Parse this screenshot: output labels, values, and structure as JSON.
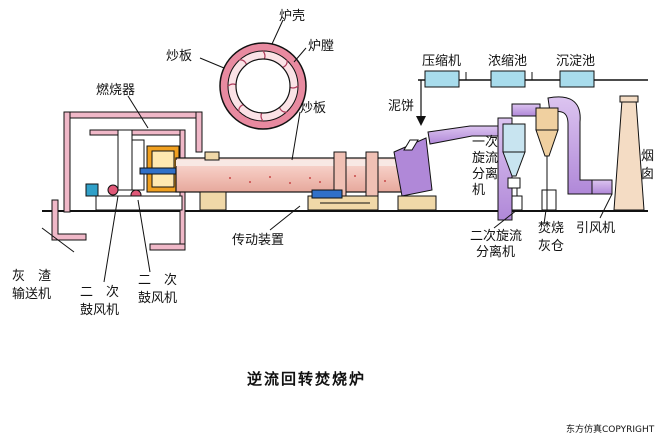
{
  "title": "逆流回转焚烧炉",
  "copyright": "东方仿真COPYRIGHT",
  "labels": {
    "furnace_shell": "炉壳",
    "lifter_top": "炒板",
    "furnace_chamber": "炉膛",
    "burner": "燃烧器",
    "lifter_mid": "炒板",
    "filter_press": "压缩机",
    "thickener": "浓缩池",
    "settling_tank": "沉淀池",
    "sludge_cake": "泥饼",
    "cyclone1": [
      "一次",
      "旋流",
      "分离",
      "机"
    ],
    "chimney": [
      "烟",
      "囱"
    ],
    "drive": "传动装置",
    "cyclone2": [
      "二次旋流",
      "分离机"
    ],
    "ash_bin": [
      "焚烧",
      "灰仓"
    ],
    "induced_fan": "引风机",
    "ash_conveyor": [
      "灰　渣",
      "输送机"
    ],
    "secondary_fan_a": [
      "二　次",
      "鼓风机"
    ],
    "secondary_fan_b": [
      "二　次",
      "鼓风机"
    ]
  },
  "colors": {
    "frame": "#e8a0b4",
    "kiln": "#f2c8c0",
    "duct": "#c8a0e0",
    "tanks": "#a8dcec",
    "burner": "#f0a020",
    "base": "#f0d8a8",
    "chimney": "#f4dcc4"
  }
}
